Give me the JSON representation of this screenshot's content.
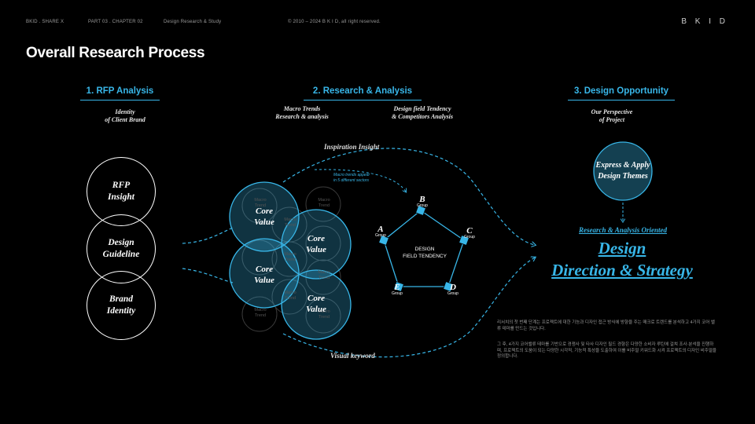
{
  "header": {
    "brand_left": "BKID . SHARE X",
    "part": "PART 03 . CHAPTER 02",
    "section": "Design Research & Study",
    "copyright": "© 2010 – 2024 B K I D, all right reserved.",
    "logo": "B K I D"
  },
  "title": "Overall Research Process",
  "sections": {
    "rfp": {
      "title": "1. RFP Analysis",
      "subtitle_1": "Identity",
      "subtitle_2": "of Client Brand",
      "rings": [
        "RFP\nInsight",
        "Design\nGuideline",
        "Brand\nIdentity"
      ]
    },
    "research": {
      "title": "2. Research & Analysis",
      "macro_1": "Macro Trends",
      "macro_2": "Research  & analysis",
      "field_1": "Design field Tendency",
      "field_2": "& Competitors Analysis",
      "inspiration": "Inspiration Insight",
      "visual": "Visual keyword",
      "note_1": "Macro trends appear",
      "note_2": "in 5 different sectors",
      "core_label": "Core\nValue",
      "macro_label": "Macro\nTrend",
      "pentagon_1": "DESIGN",
      "pentagon_2": "FIELD TENDENCY",
      "groups": [
        {
          "letter": "B",
          "label": "Group"
        },
        {
          "letter": "C",
          "label": "Group"
        },
        {
          "letter": "D",
          "label": "Group"
        },
        {
          "letter": "E",
          "label": "Group"
        },
        {
          "letter": "A",
          "label": "Group"
        }
      ]
    },
    "opportunity": {
      "title": "3. Design Opportunity",
      "subtitle_1": "Our Perspective",
      "subtitle_2": "of  Project",
      "circle_1": "Express & Apply",
      "circle_2": "Design Themes",
      "oriented": "Research  & Analysis Oriented",
      "big_1": "Design",
      "big_2": "Direction & Strategy"
    }
  },
  "body_text": {
    "p1": "리서치의 첫 번째 단계는 프로젝트에 대한 기능과 디자인 접근 방식에 방향을 주는 매크로 트렌드를 분석하고 4가지 코어 밸류 테마를 만드는 것입니다.",
    "p2": "그 후, 4가지 코어밸류 테마를 기반으로 경쟁사 및 타사 디자인 필드 경향은 다양한 소비자 루틴에 걸쳐 조사·분석을 진행하며, 프로젝트의 도움이 되는 다양한 시각적, 기능적 특성을 도출하여 이를 비주얼 키워드화 시켜 프로젝트의 디자인 비주얼을 정의합니다."
  },
  "colors": {
    "accent": "#38b6e8",
    "core_fill": "#1a5468",
    "background": "#000000"
  }
}
